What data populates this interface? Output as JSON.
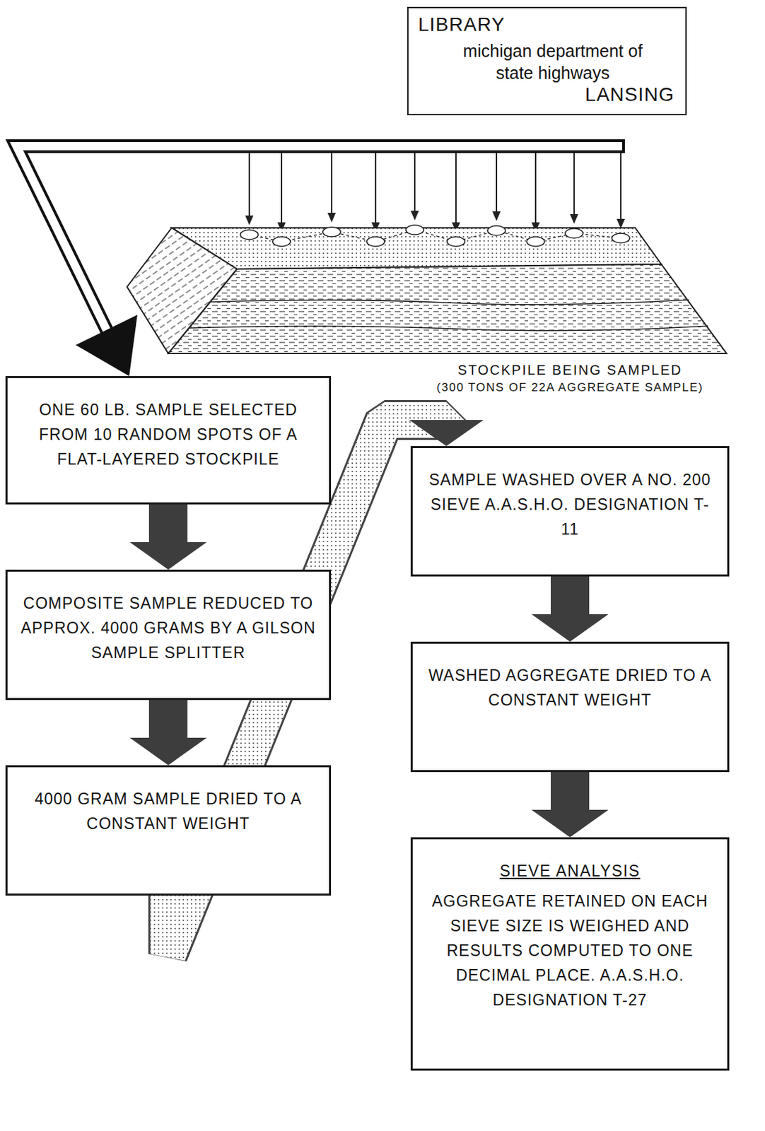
{
  "diagram": {
    "nodes": [
      {
        "text": [
          "LIBRARY",
          "michigan department of state highways",
          "LANSING"
        ]
      },
      {
        "text": [
          "STOCKPILE BEING SAMPLED",
          "(300 TONS OF 22A AGGREGATE SAMPLE)"
        ]
      },
      {
        "text": [
          "ONE 60 LB. SAMPLE SELECTED FROM 10 RANDOM SPOTS OF A FLAT-LAYERED STOCKPILE"
        ]
      },
      {
        "text": [
          "COMPOSITE SAMPLE REDUCED TO APPROX. 4000 GRAMS BY A GILSON SAMPLE SPLITTER"
        ]
      },
      {
        "text": [
          "4000 GRAM SAMPLE DRIED TO A CONSTANT WEIGHT"
        ]
      },
      {
        "text": [
          "SAMPLE WASHED OVER A NO. 200 SIEVE A.A.S.H.O. DESIGNATION T-11"
        ]
      },
      {
        "text": [
          "WASHED AGGREGATE DRIED TO A CONSTANT WEIGHT"
        ]
      },
      {
        "text": [
          "SIEVE ANALYSIS",
          "AGGREGATE RETAINED ON EACH SIEVE SIZE IS WEIGHED AND RESULTS COMPUTED TO ONE DECIMAL PLACE. A.A.S.H.O. DESIGNATION T-27"
        ]
      }
    ],
    "edges": [
      {
        "from": 1,
        "to": 2,
        "arrow": "to"
      },
      {
        "from": 2,
        "to": 3,
        "arrow": "to"
      },
      {
        "from": 3,
        "to": 4,
        "arrow": "to"
      },
      {
        "from": 4,
        "to": 5,
        "arrow": "to"
      },
      {
        "from": 5,
        "to": 6,
        "arrow": "to"
      },
      {
        "from": 6,
        "to": 7,
        "arrow": "to"
      }
    ]
  }
}
